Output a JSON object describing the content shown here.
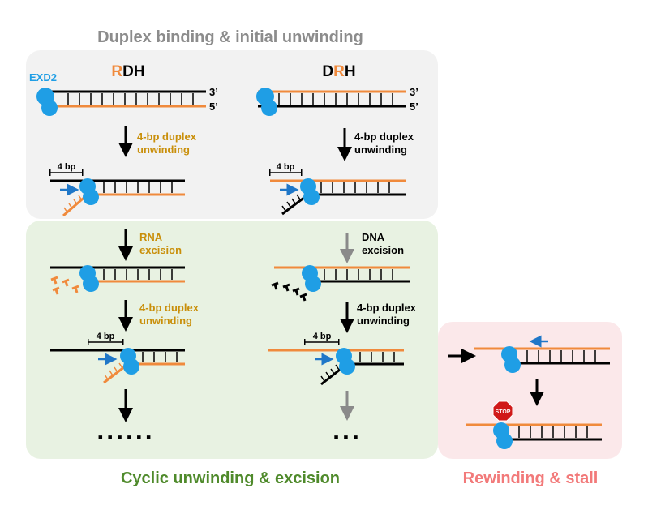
{
  "titles": {
    "top": "Duplex binding & initial unwinding",
    "bottom_left": "Cyclic unwinding & excision",
    "bottom_right": "Rewinding & stall"
  },
  "columns": {
    "rdh": {
      "prefix": "R",
      "suffix": "DH"
    },
    "drh": {
      "prefix": "D",
      "mid": "R",
      "suffix": "H"
    }
  },
  "labels": {
    "protein": "EXD2",
    "end3": "3’",
    "end5": "5’",
    "four_bp": "4 bp",
    "unwind_line1": "4-bp duplex",
    "unwind_line2": "unwinding",
    "rna_line1": "RNA",
    "dna_line1": "DNA",
    "excision_line2": "excision",
    "stop": "STOP",
    "dots_rdh": "......",
    "dots_drh": "..."
  },
  "colors": {
    "rna_strand": "#f08a3c",
    "dna_strand": "#000000",
    "protein": "#1f9ee5",
    "arrow_blue": "#1f77c8",
    "label_gold": "#c98f0a",
    "box_gray": "#f2f2f2",
    "box_green": "#e8f2e2",
    "box_pink": "#fbe8ea",
    "title_gray": "#8c8c8c",
    "title_green": "#4f8a2b",
    "title_pink": "#f27a7a",
    "stop_red": "#d01919"
  }
}
